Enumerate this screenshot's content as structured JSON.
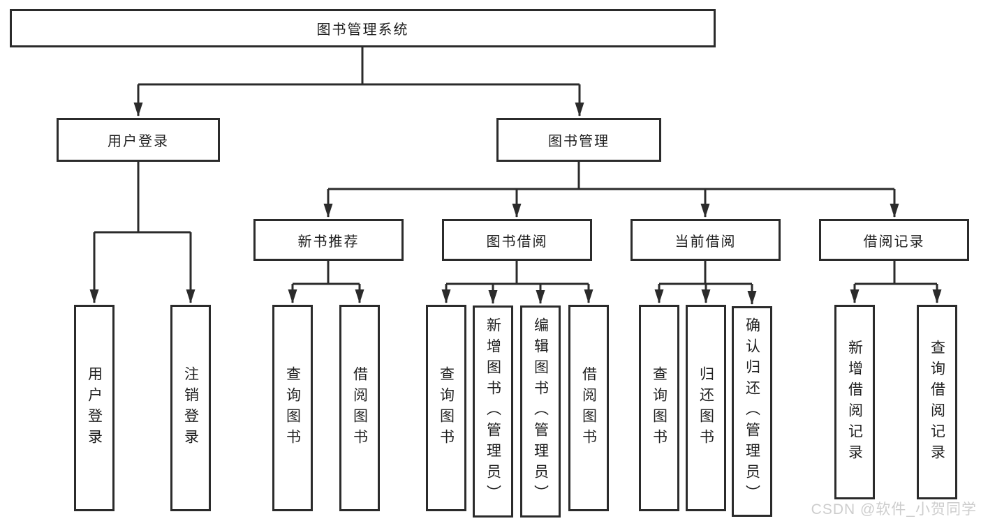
{
  "colors": {
    "background": "#ffffff",
    "line": "#2b2b2b",
    "box_border": "#2b2b2b",
    "text": "#1f1f1f",
    "watermark": "#c8c8c8"
  },
  "watermark": {
    "text": "CSDN @软件_小贺同学"
  },
  "tree": {
    "root": {
      "label": "图书管理系统"
    },
    "branches": [
      {
        "label": "用户登录",
        "children": [
          {
            "label": "用户登录"
          },
          {
            "label": "注销登录"
          }
        ]
      },
      {
        "label": "图书管理",
        "children": [
          {
            "label": "新书推荐",
            "children": [
              {
                "label": "查询图书"
              },
              {
                "label": "借阅图书"
              }
            ]
          },
          {
            "label": "图书借阅",
            "children": [
              {
                "label": "查询图书"
              },
              {
                "label": "新增图书（管理员）"
              },
              {
                "label": "编辑图书（管理员）"
              },
              {
                "label": "借阅图书"
              }
            ]
          },
          {
            "label": "当前借阅",
            "children": [
              {
                "label": "查询图书"
              },
              {
                "label": "归还图书"
              },
              {
                "label": "确认归还（管理员）"
              }
            ]
          },
          {
            "label": "借阅记录",
            "children": [
              {
                "label": "新增借阅记录"
              },
              {
                "label": "查询借阅记录"
              }
            ]
          }
        ]
      }
    ]
  }
}
